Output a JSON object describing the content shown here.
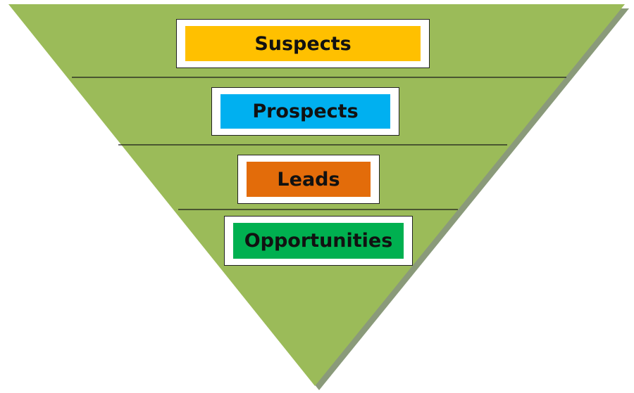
{
  "funnel": {
    "fill_color": "#9bbb59",
    "shadow_color": "#8a9a7a",
    "divider_color": "#1a1a1a",
    "stages": [
      {
        "label": "Suspects",
        "color": "#ffc000"
      },
      {
        "label": "Prospects",
        "color": "#00b0f0"
      },
      {
        "label": "Leads",
        "color": "#e36c0a"
      },
      {
        "label": "Opportunities",
        "color": "#00b050"
      }
    ]
  }
}
